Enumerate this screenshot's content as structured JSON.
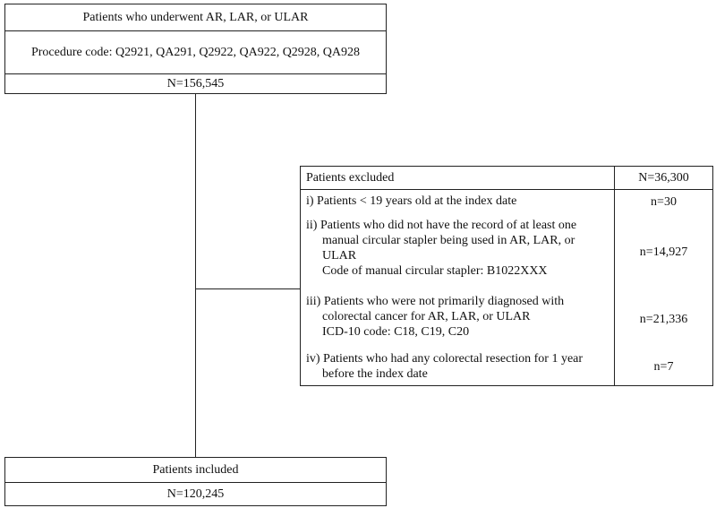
{
  "top_box": {
    "title": "Patients who underwent AR, LAR, or ULAR",
    "procedure": "Procedure code: Q2921, QA291, Q2922, QA922, Q2928, QA928",
    "count": "N=156,545"
  },
  "excluded_box": {
    "title": "Patients excluded",
    "count": "N=36,300",
    "criteria": [
      {
        "lines": [
          "i) Patients < 19 years old at the index date"
        ],
        "count": "n=30"
      },
      {
        "lines": [
          "ii) Patients who did not have the record of at least one",
          "manual circular stapler being used in AR, LAR, or",
          "ULAR",
          "Code of manual circular stapler: B1022XXX"
        ],
        "count": "n=14,927"
      },
      {
        "lines": [
          "iii) Patients who were not primarily diagnosed with",
          "colorectal cancer for AR, LAR, or ULAR",
          "ICD-10 code: C18, C19, C20"
        ],
        "count": "n=21,336"
      },
      {
        "lines": [
          "iv) Patients who had any colorectal resection for 1 year",
          "before the index date"
        ],
        "count": "n=7"
      }
    ]
  },
  "bottom_box": {
    "title": "Patients included",
    "count": "N=120,245"
  }
}
